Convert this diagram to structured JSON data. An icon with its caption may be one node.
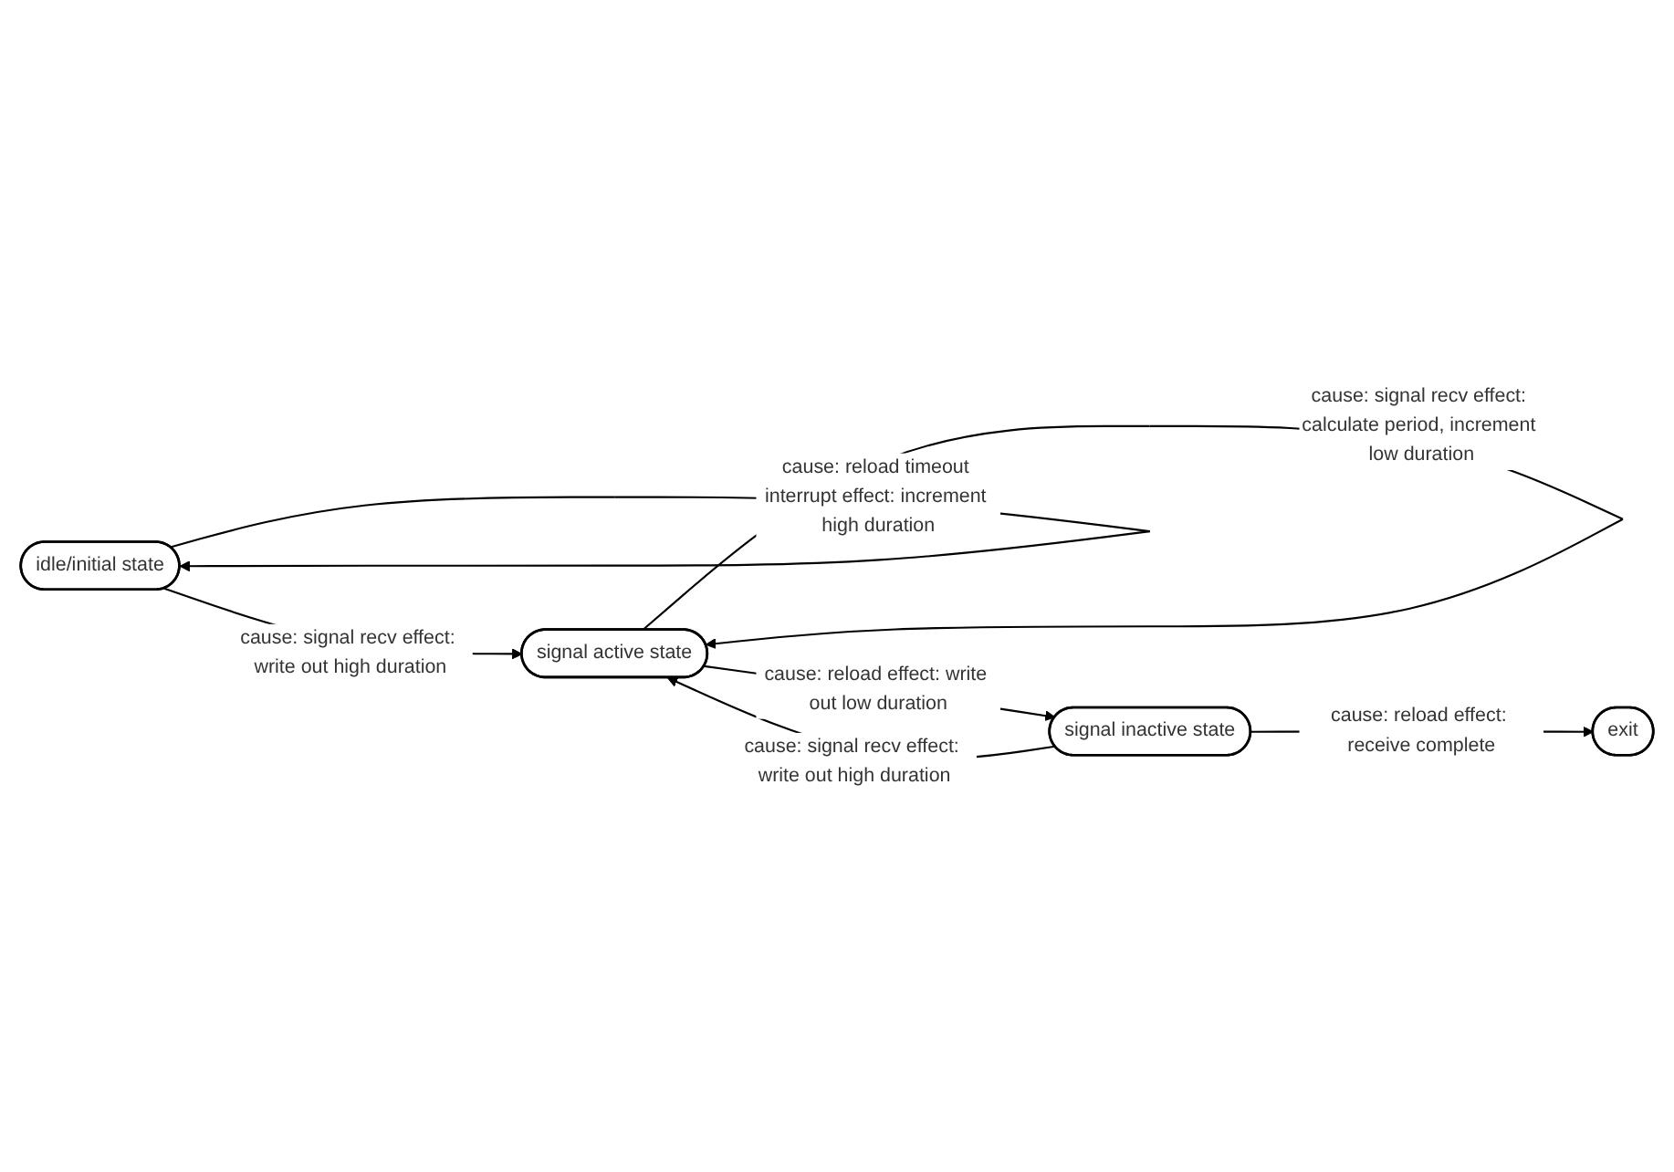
{
  "diagram": {
    "nodes": [
      {
        "text": [
          "idle/initial state"
        ]
      },
      {
        "text": [
          "signal active state"
        ]
      },
      {
        "text": [
          "signal inactive state"
        ]
      },
      {
        "text": [
          "exit"
        ]
      }
    ],
    "edges": [
      {
        "from": 0,
        "to": 0,
        "arrow": "to",
        "label": "cause: reload timeout interrupt effect: increment high duration"
      },
      {
        "from": 0,
        "to": 1,
        "arrow": "to",
        "label": "cause: signal recv effect: write out high duration"
      },
      {
        "from": 1,
        "to": 1,
        "arrow": "to",
        "label": "cause: signal recv effect: calculate period, increment low duration"
      },
      {
        "from": 1,
        "to": 2,
        "arrow": "to",
        "label": "cause: reload effect: write out low duration"
      },
      {
        "from": 2,
        "to": 1,
        "arrow": "to",
        "label": "cause: signal recv effect: write out high duration"
      },
      {
        "from": 2,
        "to": 3,
        "arrow": "to",
        "label": "cause: reload effect: receive complete"
      }
    ]
  }
}
